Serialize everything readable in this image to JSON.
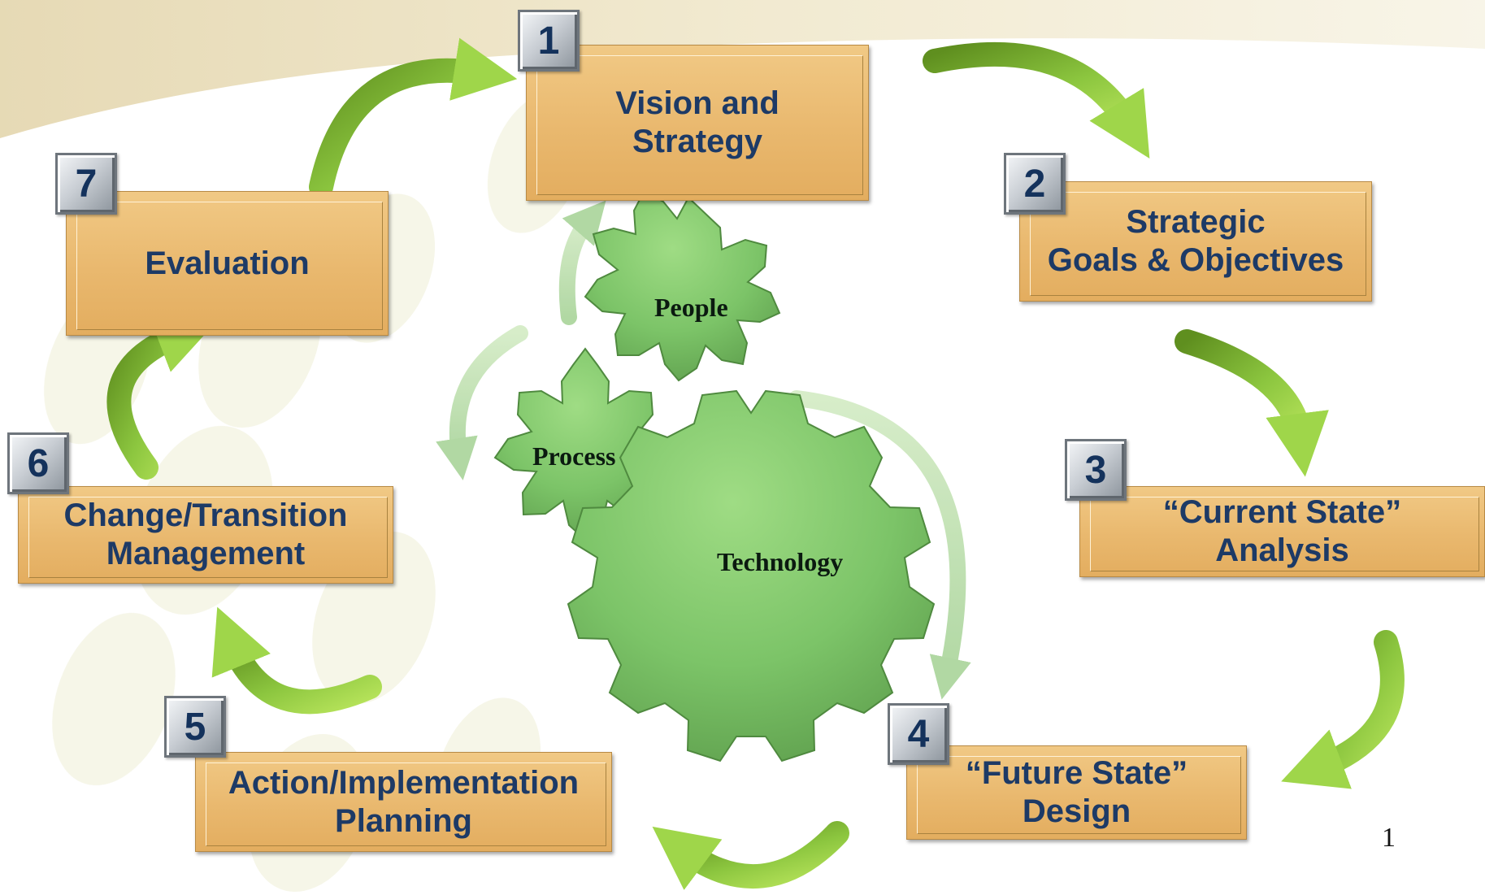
{
  "steps": [
    {
      "number": "1",
      "label": "Vision and\nStrategy"
    },
    {
      "number": "2",
      "label": "Strategic\nGoals & Objectives"
    },
    {
      "number": "3",
      "label": "“Current State”\nAnalysis"
    },
    {
      "number": "4",
      "label": "“Future State”\nDesign"
    },
    {
      "number": "5",
      "label": "Action/Implementation\nPlanning"
    },
    {
      "number": "6",
      "label": "Change/Transition\nManagement"
    },
    {
      "number": "7",
      "label": "Evaluation"
    }
  ],
  "gears": {
    "people": "People",
    "process": "Process",
    "technology": "Technology"
  },
  "page_number": "1",
  "colors": {
    "box_fill": "#e9b86e",
    "step_text": "#1d3a66",
    "arrow_green": "#8cc63f",
    "gear_green": "#6fb35a"
  }
}
